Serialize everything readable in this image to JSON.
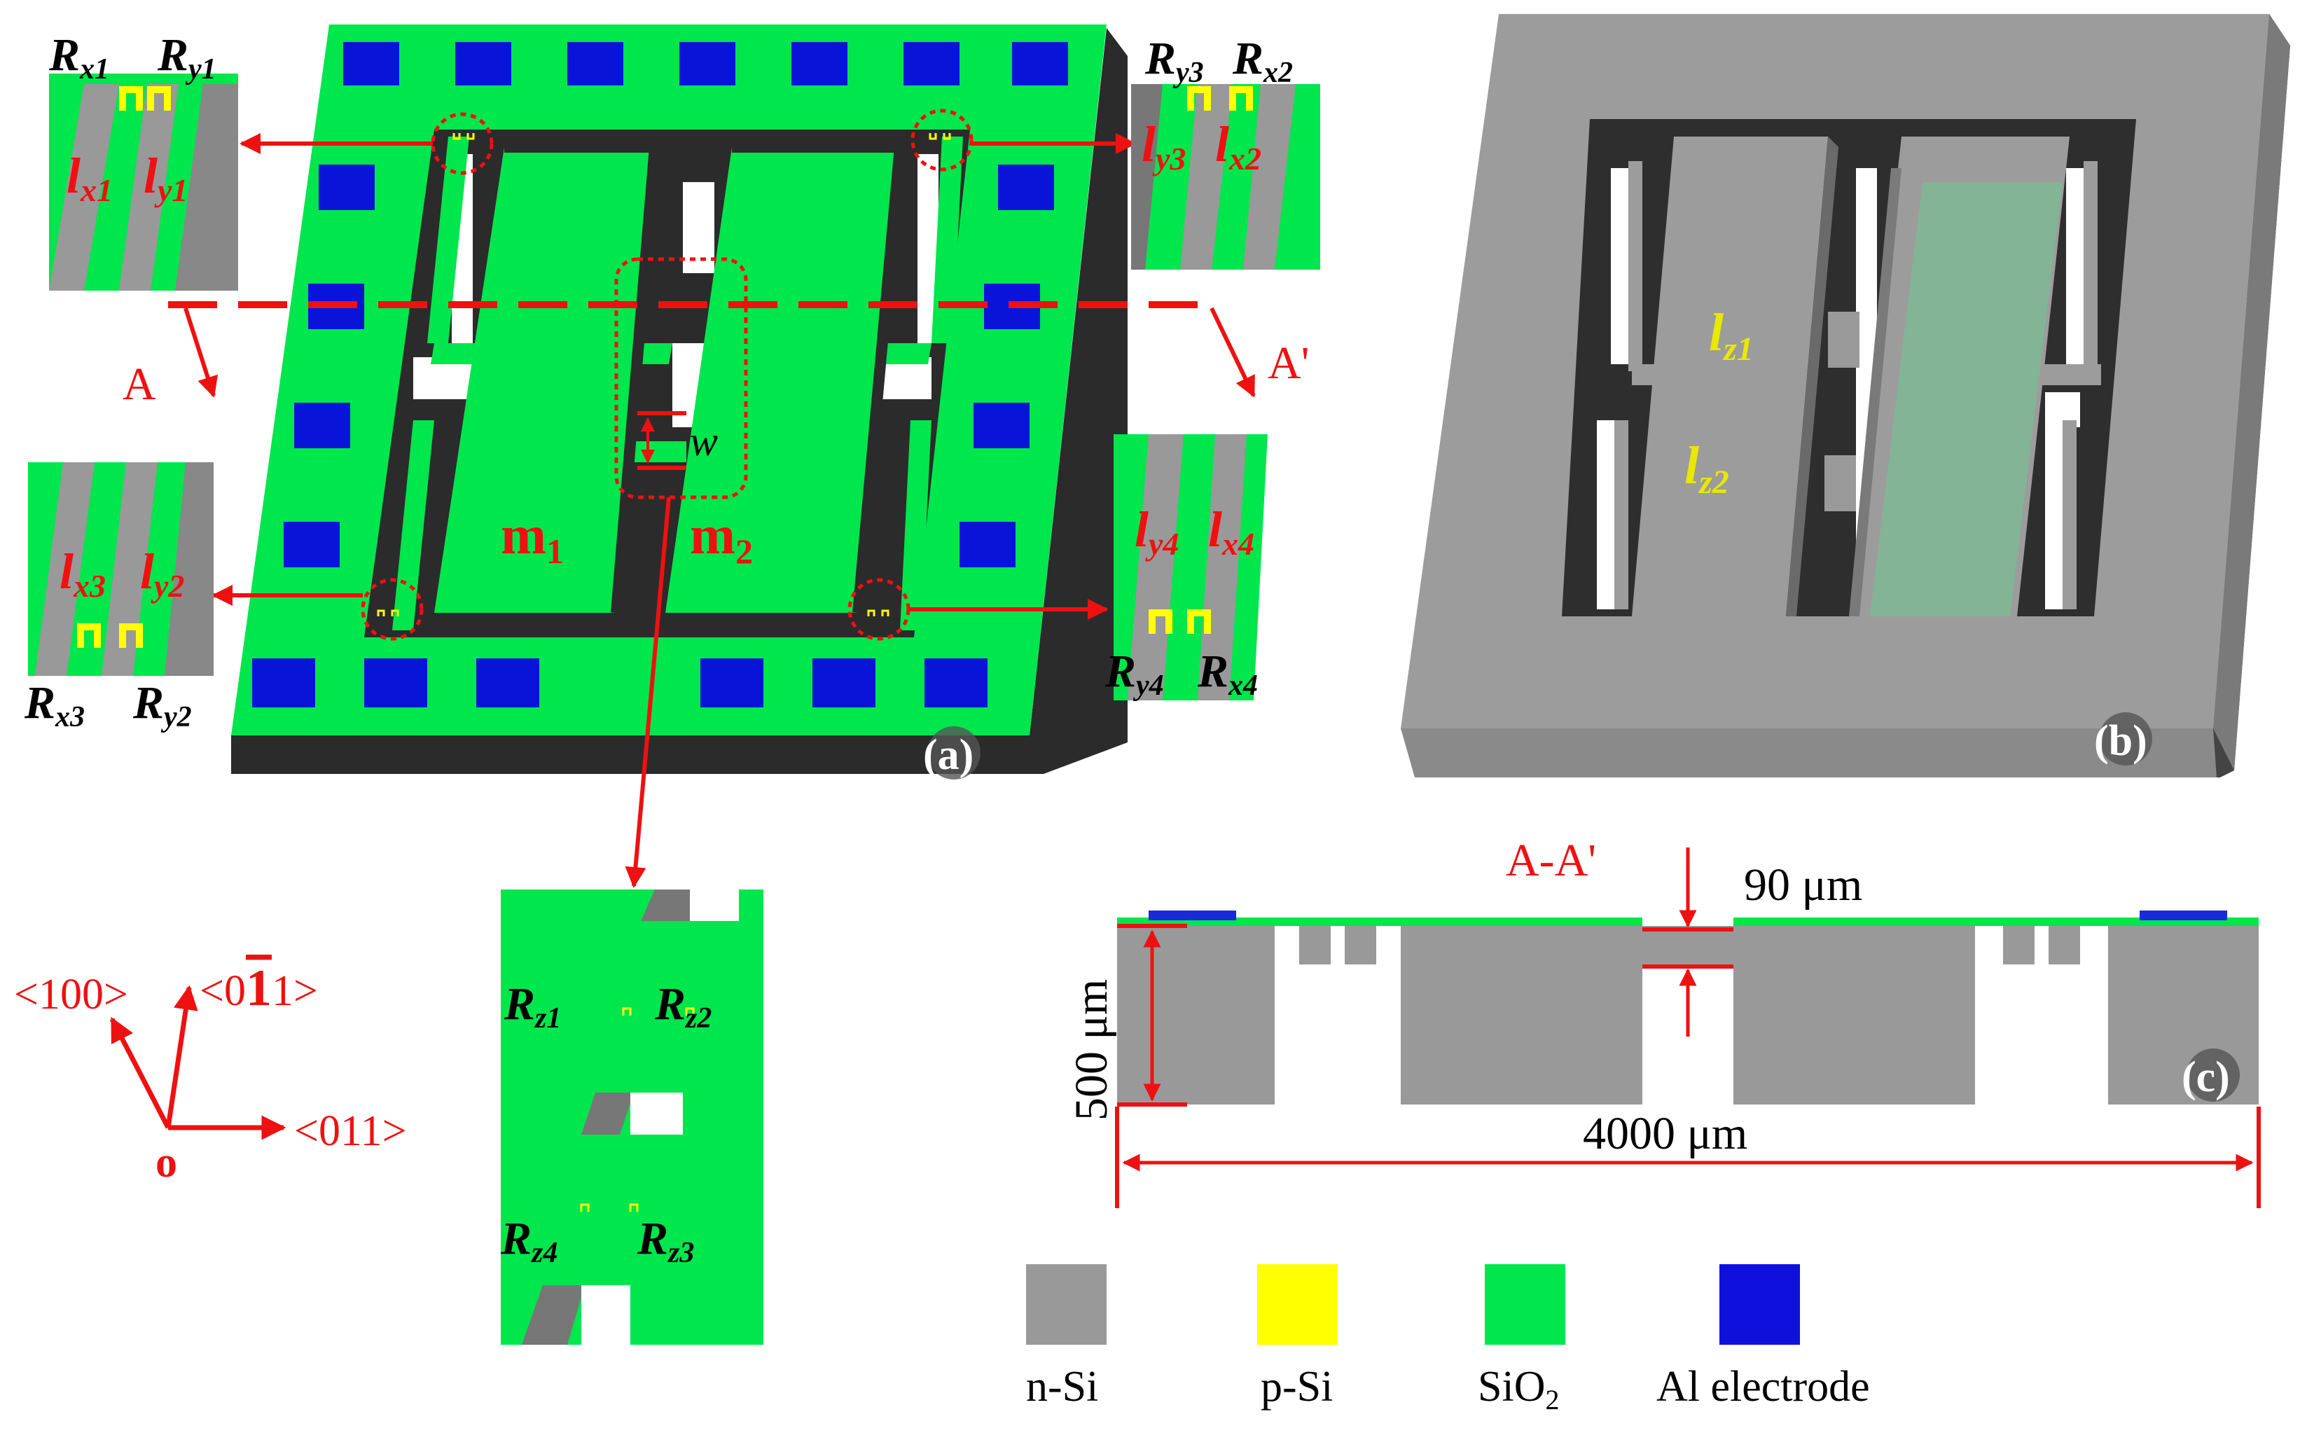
{
  "panels": {
    "a": {
      "label": "(a)"
    },
    "b": {
      "label": "(b)"
    },
    "c": {
      "label": "(c)",
      "section_label": "A-A'",
      "dim_top": "90 μm",
      "dim_left": "500 μm",
      "dim_bottom": "4000 μm"
    }
  },
  "section_marks": {
    "left": "A",
    "right": "A'"
  },
  "masses": {
    "m1_base": "m",
    "m1_sub": "1",
    "m2_base": "m",
    "m2_sub": "2",
    "gap": "w"
  },
  "insets": {
    "top_left": {
      "resistors": [
        {
          "base": "R",
          "sub": "x1"
        },
        {
          "base": "R",
          "sub": "y1"
        }
      ],
      "beams": [
        {
          "base": "l",
          "sub": "x1"
        },
        {
          "base": "l",
          "sub": "y1"
        }
      ]
    },
    "top_right": {
      "resistors": [
        {
          "base": "R",
          "sub": "y3"
        },
        {
          "base": "R",
          "sub": "x2"
        }
      ],
      "beams": [
        {
          "base": "l",
          "sub": "y3"
        },
        {
          "base": "l",
          "sub": "x2"
        }
      ]
    },
    "bottom_left": {
      "resistors": [
        {
          "base": "R",
          "sub": "x3"
        },
        {
          "base": "R",
          "sub": "y2"
        }
      ],
      "beams": [
        {
          "base": "l",
          "sub": "x3"
        },
        {
          "base": "l",
          "sub": "y2"
        }
      ]
    },
    "bottom_right": {
      "resistors": [
        {
          "base": "R",
          "sub": "y4"
        },
        {
          "base": "R",
          "sub": "x4"
        }
      ],
      "beams": [
        {
          "base": "l",
          "sub": "y4"
        },
        {
          "base": "l",
          "sub": "x4"
        }
      ]
    },
    "center": {
      "resistors": [
        {
          "base": "R",
          "sub": "z1"
        },
        {
          "base": "R",
          "sub": "z2"
        },
        {
          "base": "R",
          "sub": "z4"
        },
        {
          "base": "R",
          "sub": "z3"
        }
      ]
    }
  },
  "panel_b_beams": [
    {
      "base": "l",
      "sub": "z1"
    },
    {
      "base": "l",
      "sub": "z2"
    }
  ],
  "axes": {
    "x": "<011>",
    "diag": "<100>",
    "y_pre": "<0",
    "y_bar": "1",
    "y_post": "1>",
    "origin": "o"
  },
  "legend": [
    {
      "label": "n-Si",
      "color": "#999999"
    },
    {
      "label": "p-Si",
      "color": "#ffff00"
    },
    {
      "label_base": "SiO",
      "label_sub": "2",
      "color": "#00e64d"
    },
    {
      "label": "Al electrode",
      "color": "#1010dd"
    }
  ],
  "colors": {
    "annotation": "#ee1111",
    "sio2": "#00e64d",
    "electrode": "#0a14d8",
    "nsi": "#999999",
    "psi": "#ffff00",
    "frame_dark": "#2b2b2b",
    "label_yellow": "#e8e800"
  }
}
